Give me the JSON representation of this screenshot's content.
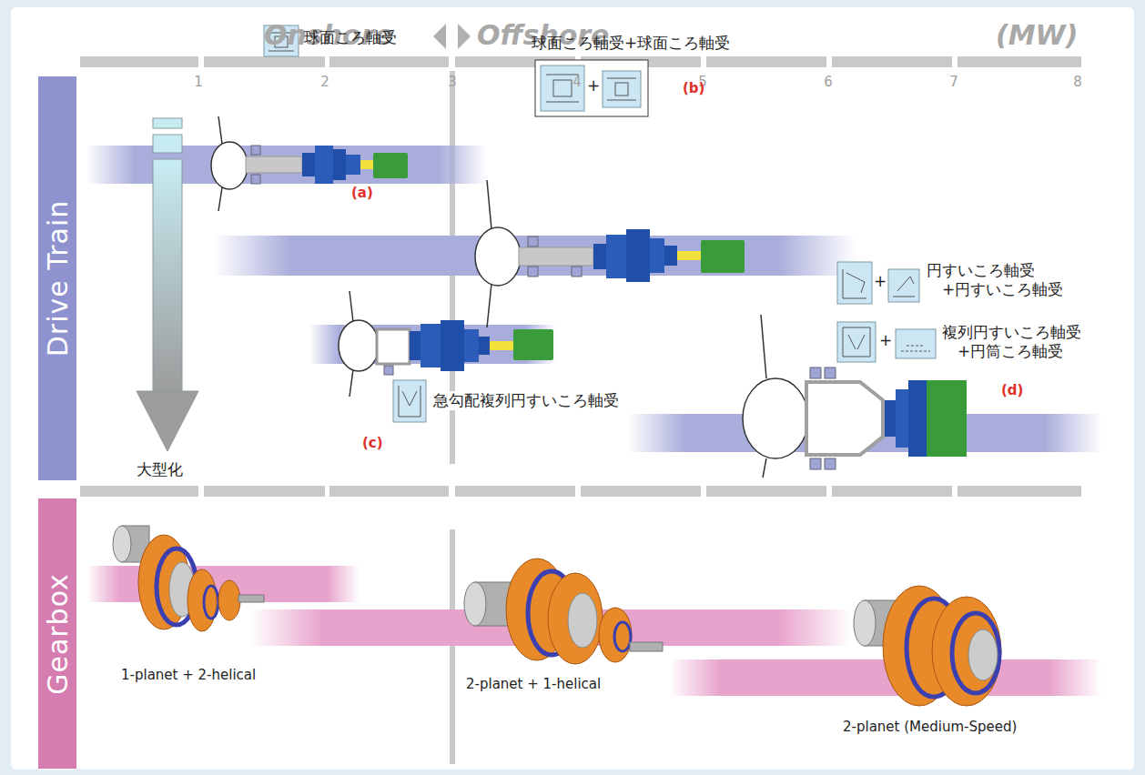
{
  "diagram": {
    "nodes": [
      {
        "text": [
          "Drive Train"
        ]
      },
      {
        "text": [
          "Gearbox"
        ]
      }
    ],
    "labels": [
      "Onshore",
      "Offshore",
      "(MW)",
      "1",
      "2",
      "3",
      "4",
      "5",
      "6",
      "7",
      "8",
      "球面ころ軸受",
      "(a)",
      "球面ころ軸受+球面ころ軸受",
      "+",
      "(b)",
      "+",
      "円すいころ軸受 +円すいころ軸受",
      "+",
      "複列円すいころ軸受 +円筒ころ軸受",
      "(d)",
      "急勾配複列円すいころ軸受",
      "(c)",
      "大型化",
      "1-planet + 2-helical",
      "2-planet + 1-helical",
      "2-planet (Medium-Speed)"
    ]
  }
}
